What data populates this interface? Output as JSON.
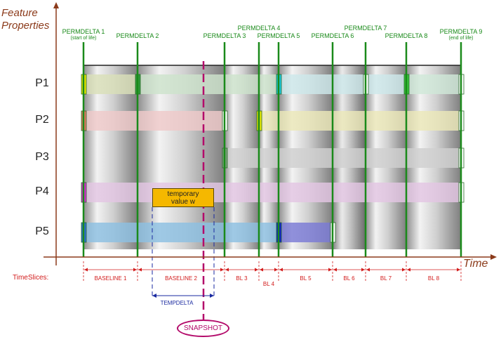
{
  "axis": {
    "y_title": [
      "Feature",
      "Properties"
    ],
    "x_title": "Time",
    "timeslices_label": "TimeSlices:"
  },
  "permdeltas": [
    {
      "label": "PERMDELTA 1",
      "sub": "(start of life)"
    },
    {
      "label": "PERMDELTA 2",
      "sub": ""
    },
    {
      "label": "PERMDELTA 3",
      "sub": ""
    },
    {
      "label": "PERMDELTA 4",
      "sub": ""
    },
    {
      "label": "PERMDELTA 5",
      "sub": ""
    },
    {
      "label": "PERMDELTA 6",
      "sub": ""
    },
    {
      "label": "PERMDELTA 7",
      "sub": ""
    },
    {
      "label": "PERMDELTA 8",
      "sub": ""
    },
    {
      "label": "PERMDELTA 9",
      "sub": "(end of life)"
    }
  ],
  "properties": [
    "P1",
    "P2",
    "P3",
    "P4",
    "P5"
  ],
  "baselines": [
    "BASELINE 1",
    "BASELINE 2",
    "BL 3",
    "BL 4",
    "BL 5",
    "BL 6",
    "BL 7",
    "BL 8"
  ],
  "temporary": {
    "line1": "temporary",
    "line2": "value w"
  },
  "tempdelta": "TEMPDELTA",
  "snapshot": "SNAPSHOT",
  "colors": {
    "axis": "#8B3A1A",
    "permdelta": "#1a8a1a",
    "timeslice": "#d21b1b",
    "snapshot": "#b30a6a",
    "tempdelta": "#1a2aa0",
    "temporary_value": "#f5b800"
  }
}
